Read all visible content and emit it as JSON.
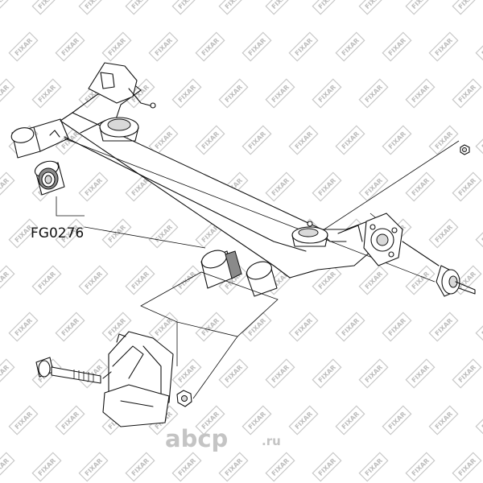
{
  "diagram": {
    "part_number": "FG0276",
    "watermark": {
      "brand": "FIXAR"
    },
    "site_brand": {
      "name": "abcp",
      "tld": ".ru"
    }
  }
}
